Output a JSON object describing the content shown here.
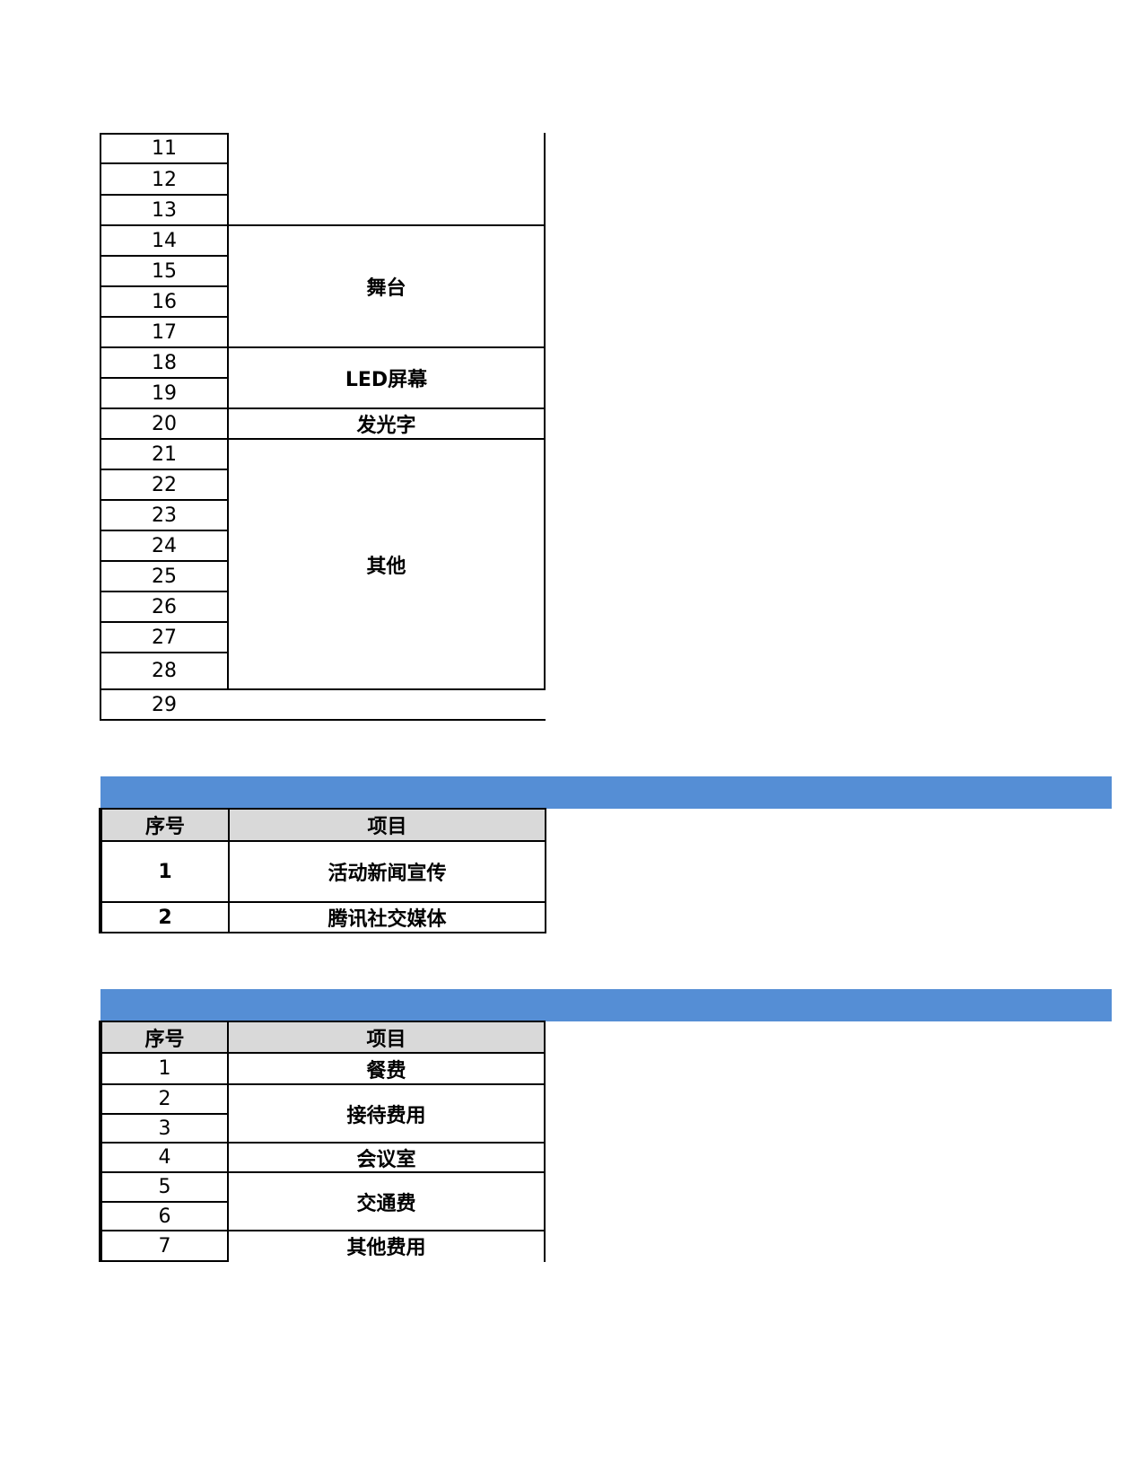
{
  "table1": {
    "rows": [
      "11",
      "12",
      "13",
      "14",
      "15",
      "16",
      "17",
      "18",
      "19",
      "20",
      "21",
      "22",
      "23",
      "24",
      "25",
      "26",
      "27",
      "28",
      "29"
    ],
    "groups": [
      {
        "label": "",
        "start": 0,
        "span": 3
      },
      {
        "label": "舞台",
        "start": 3,
        "span": 4
      },
      {
        "label": "LED屏幕",
        "start": 7,
        "span": 2
      },
      {
        "label": "发光字",
        "start": 9,
        "span": 1
      },
      {
        "label": "其他",
        "start": 10,
        "span": 8
      }
    ]
  },
  "table2": {
    "header": {
      "col1": "序号",
      "col2": "项目"
    },
    "rows": [
      {
        "num": "1",
        "item": "活动新闻宣传"
      },
      {
        "num": "2",
        "item": "腾讯社交媒体"
      }
    ]
  },
  "table3": {
    "header": {
      "col1": "序号",
      "col2": "项目"
    },
    "rows": [
      "1",
      "2",
      "3",
      "4",
      "5",
      "6",
      "7"
    ],
    "groups": [
      {
        "label": "餐费"
      },
      {
        "label": "接待费用"
      },
      {
        "label": "会议室"
      },
      {
        "label": "交通费"
      },
      {
        "label": "其他费用"
      }
    ]
  },
  "colors": {
    "section_bar": "#558ed5",
    "header_bg": "#d9d9d9"
  }
}
